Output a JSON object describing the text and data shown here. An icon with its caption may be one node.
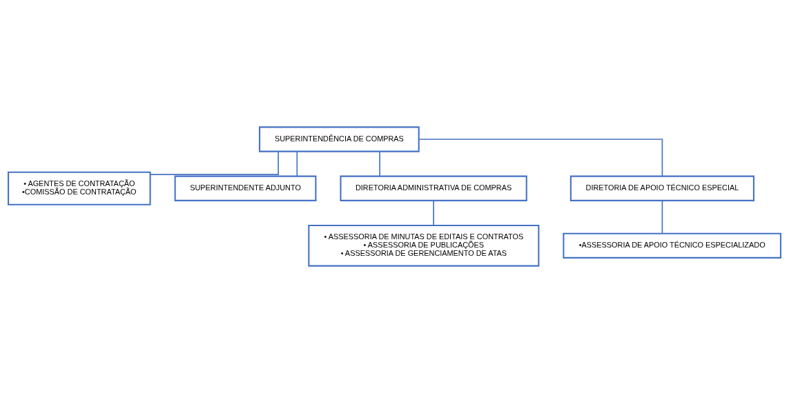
{
  "diagram": {
    "nodes": [
      {
        "text": [
          "SUPERINTENDÊNCIA DE COMPRAS"
        ]
      },
      {
        "text": [
          "• AGENTES DE CONTRATAÇÃO",
          "•COMISSÃO DE CONTRATAÇÃO"
        ]
      },
      {
        "text": [
          "SUPERINTENDENTE ADJUNTO"
        ]
      },
      {
        "text": [
          "DIRETORIA ADMINISTRATIVA DE COMPRAS"
        ]
      },
      {
        "text": [
          "DIRETORIA DE APOIO TÉCNICO ESPECIAL"
        ]
      },
      {
        "text": [
          "• ASSESSORIA DE MINUTAS DE EDITAIS E CONTRATOS",
          "• ASSESSORIA DE PUBLICAÇÕES",
          "• ASSESSORIA DE GERENCIAMENTO DE ATAS"
        ]
      },
      {
        "text": [
          "•ASSESSORIA DE APOIO TÉCNICO ESPECIALIZADO"
        ]
      }
    ],
    "edges": [
      {
        "from": 0,
        "to": 1,
        "arrow": "none"
      },
      {
        "from": 0,
        "to": 2,
        "arrow": "none"
      },
      {
        "from": 0,
        "to": 3,
        "arrow": "none"
      },
      {
        "from": 0,
        "to": 4,
        "arrow": "none"
      },
      {
        "from": 3,
        "to": 5,
        "arrow": "none"
      },
      {
        "from": 4,
        "to": 6,
        "arrow": "none"
      }
    ]
  }
}
